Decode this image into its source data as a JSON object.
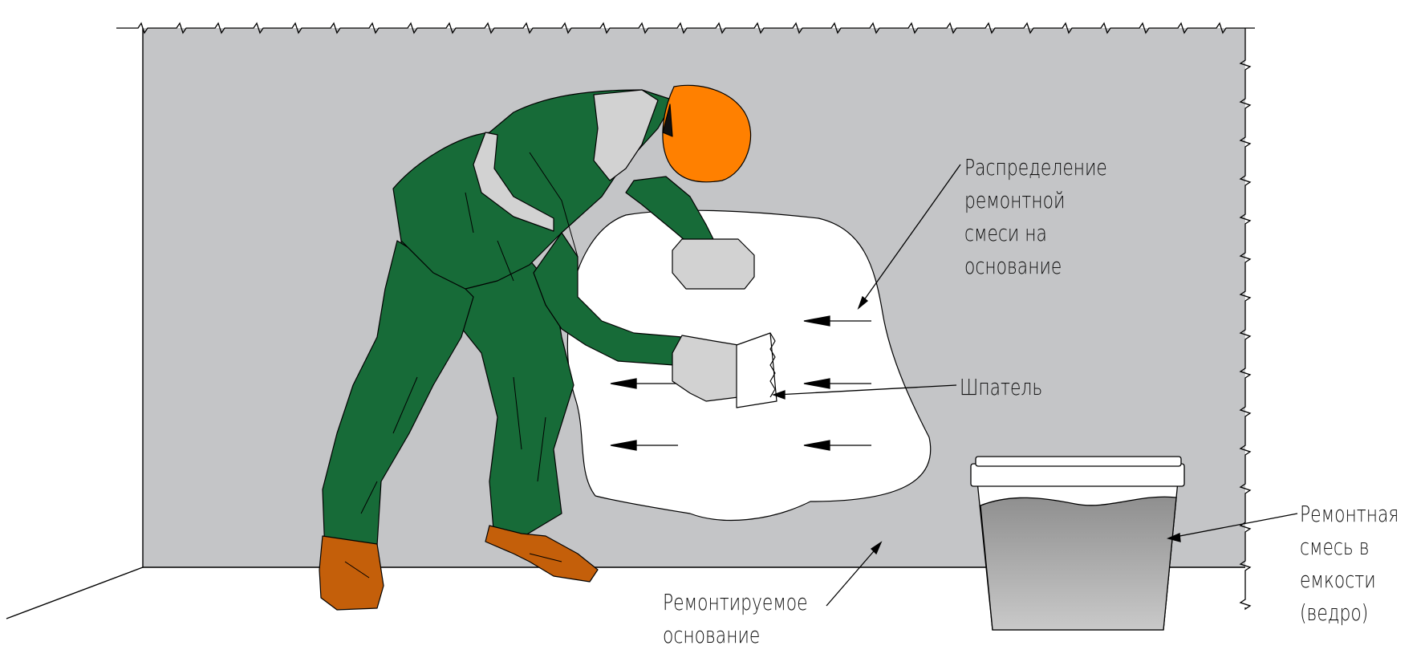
{
  "labels": {
    "distribution": [
      "Распределение",
      "ремонтной",
      "смеси на",
      "основание"
    ],
    "spatula": [
      "Шпатель"
    ],
    "substrate": [
      "Ремонтируемое",
      "основание"
    ],
    "bucket_mix": [
      "Ремонтная",
      "смесь в",
      "емкости",
      "(ведро)"
    ]
  },
  "colors": {
    "wall": "#c4c5c7",
    "overalls": "#176b38",
    "helmet": "#ff8000",
    "boots": "#c45f0a",
    "gloves": "#d2d2d2",
    "mortar": "#ffffff",
    "bucket_mix": "#9a9a9a",
    "line": "#000000"
  }
}
